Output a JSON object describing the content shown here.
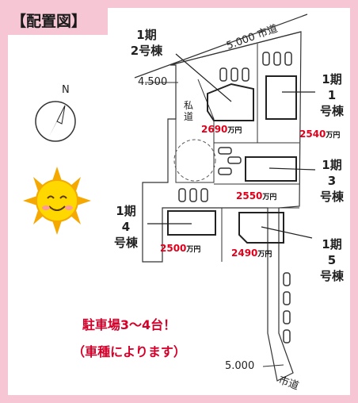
{
  "title": "【配置図】",
  "roads": {
    "top": "5.000 市道",
    "bottom_width": "5.000",
    "bottom_name": "市道",
    "left_width": "4.500",
    "private_road": "私道"
  },
  "compass": {
    "label": "N"
  },
  "buildings": [
    {
      "id": "b2",
      "label": "1期\n2号棟",
      "price": "2690",
      "unit": "万円"
    },
    {
      "id": "b1",
      "label": "1期\n1\n号棟",
      "price": "2540",
      "unit": "万円"
    },
    {
      "id": "b3",
      "label": "1期\n3\n号棟",
      "price": "2550",
      "unit": "万円"
    },
    {
      "id": "b4",
      "label": "1期\n4\n号棟",
      "price": "2500",
      "unit": "万円"
    },
    {
      "id": "b5",
      "label": "1期\n5\n号棟",
      "price": "2490",
      "unit": "万円"
    }
  ],
  "notes": {
    "parking": "駐車場3～4台！",
    "parking_sub": "（車種によります）"
  },
  "colors": {
    "frame": "#f6c6d4",
    "price": "#e0001b",
    "note": "#d4002a"
  }
}
